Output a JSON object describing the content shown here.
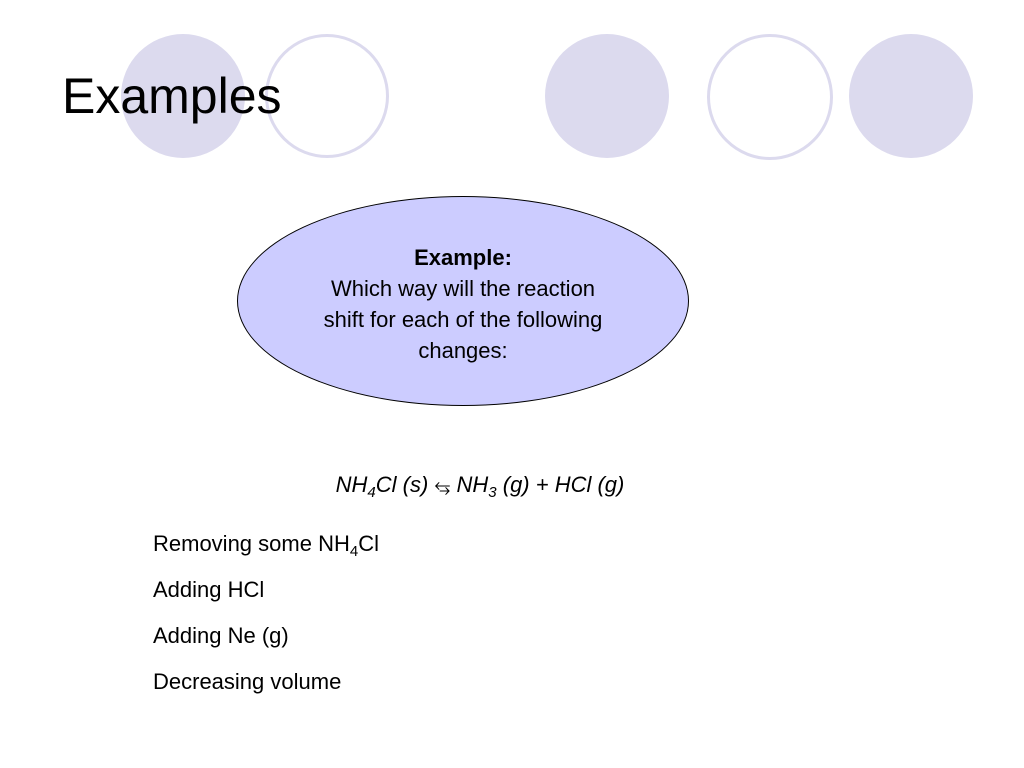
{
  "slide": {
    "title": "Examples"
  },
  "colors": {
    "decor_circle": "#dcdaee",
    "ellipse_fill": "#ccccff",
    "ellipse_border": "#000000"
  },
  "example_box": {
    "heading": "Example:",
    "body": "Which way will the reaction shift for each of the following changes:"
  },
  "equation": {
    "reactant": "NH",
    "reactant_sub": "4",
    "reactant_rest": "Cl (s) ",
    "arrow": "⥃",
    "product1": " NH",
    "product1_sub": "3",
    "product1_rest": " (g) + HCl (g)"
  },
  "changes": [
    {
      "text": "Removing some NH",
      "sub": "4",
      "after": "Cl"
    },
    {
      "text": "Adding HCl",
      "sub": "",
      "after": ""
    },
    {
      "text": "Adding Ne (g)",
      "sub": "",
      "after": ""
    },
    {
      "text": "Decreasing volume",
      "sub": "",
      "after": ""
    }
  ]
}
